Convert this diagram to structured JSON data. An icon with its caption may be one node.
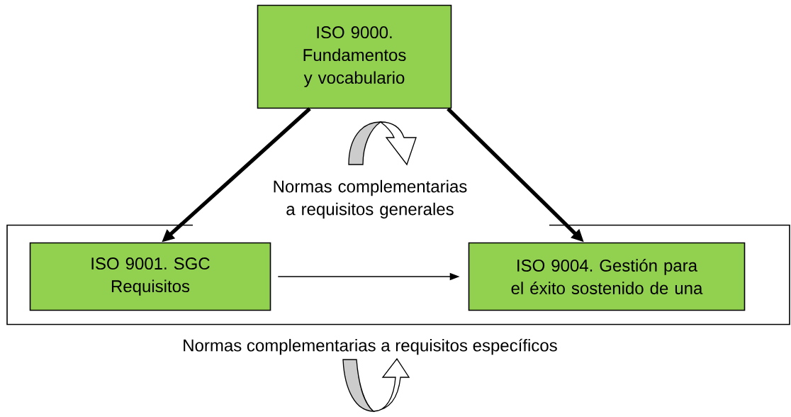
{
  "diagram": {
    "nodes": [
      {
        "text": [
          "ISO 9000. Fundamentos y vocabulario"
        ]
      },
      {
        "text": [
          "Normas complementarias a requisitos generales"
        ]
      },
      {
        "text": [
          "ISO 9001. SGC Requisitos"
        ],
        "in": 1
      },
      {
        "text": [
          "ISO 9004. Gestión para el éxito sostenido de una"
        ],
        "in": 1
      }
    ],
    "edges": [
      {
        "from": 0,
        "to": 2,
        "arrow": "to"
      },
      {
        "from": 0,
        "to": 3,
        "arrow": "to"
      },
      {
        "from": 2,
        "to": 3,
        "arrow": "to"
      }
    ],
    "labels": [
      "Normas complementarias a requisitos específicos"
    ]
  }
}
